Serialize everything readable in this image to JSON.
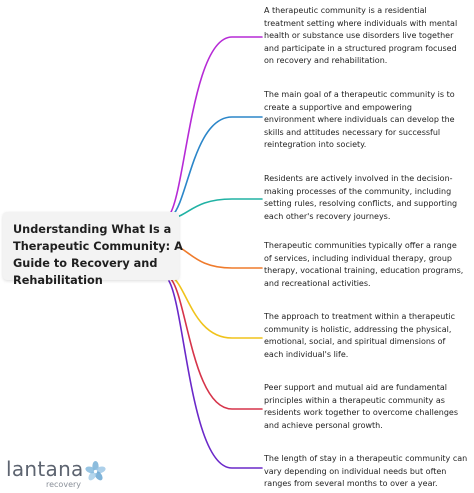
{
  "title": "Understanding What Is a Therapeutic Community: A Guide to Recovery and Rehabilitation",
  "nodes": [
    {
      "text": "A therapeutic community is a residential\ntreatment setting where individuals with mental\nhealth or substance use disorders live together\nand participate in a structured program focused\non recovery and rehabilitation.",
      "color": "#b62ad6"
    },
    {
      "text": "The main goal of a therapeutic community is to\ncreate a supportive and empowering\nenvironment where individuals can develop the\nskills and attitudes necessary for successful\nreintegration into society.",
      "color": "#2b86c9"
    },
    {
      "text": "Residents are actively involved in the decision-\nmaking processes of the community, including\nsetting rules, resolving conflicts, and supporting\neach other's recovery journeys.",
      "color": "#20b2a4"
    },
    {
      "text": "Therapeutic communities typically offer a range\nof services, including individual therapy, group\ntherapy, vocational training, education programs,\nand recreational activities.",
      "color": "#ef7b2c"
    },
    {
      "text": "The approach to treatment within a therapeutic\ncommunity is holistic, addressing the physical,\nemotional, social, and spiritual dimensions of\neach individual's life.",
      "color": "#f0c31c"
    },
    {
      "text": "Peer support and mutual aid are fundamental\nprinciples within a therapeutic community as\nresidents work together to overcome challenges\nand achieve personal growth.",
      "color": "#d6344a"
    },
    {
      "text": "The length of stay in a therapeutic community can\nvary depending on individual needs but often\nranges from several months to over a year.",
      "color": "#6a28c9"
    }
  ],
  "logo": {
    "name": "lantana",
    "tagline": "recovery"
  }
}
